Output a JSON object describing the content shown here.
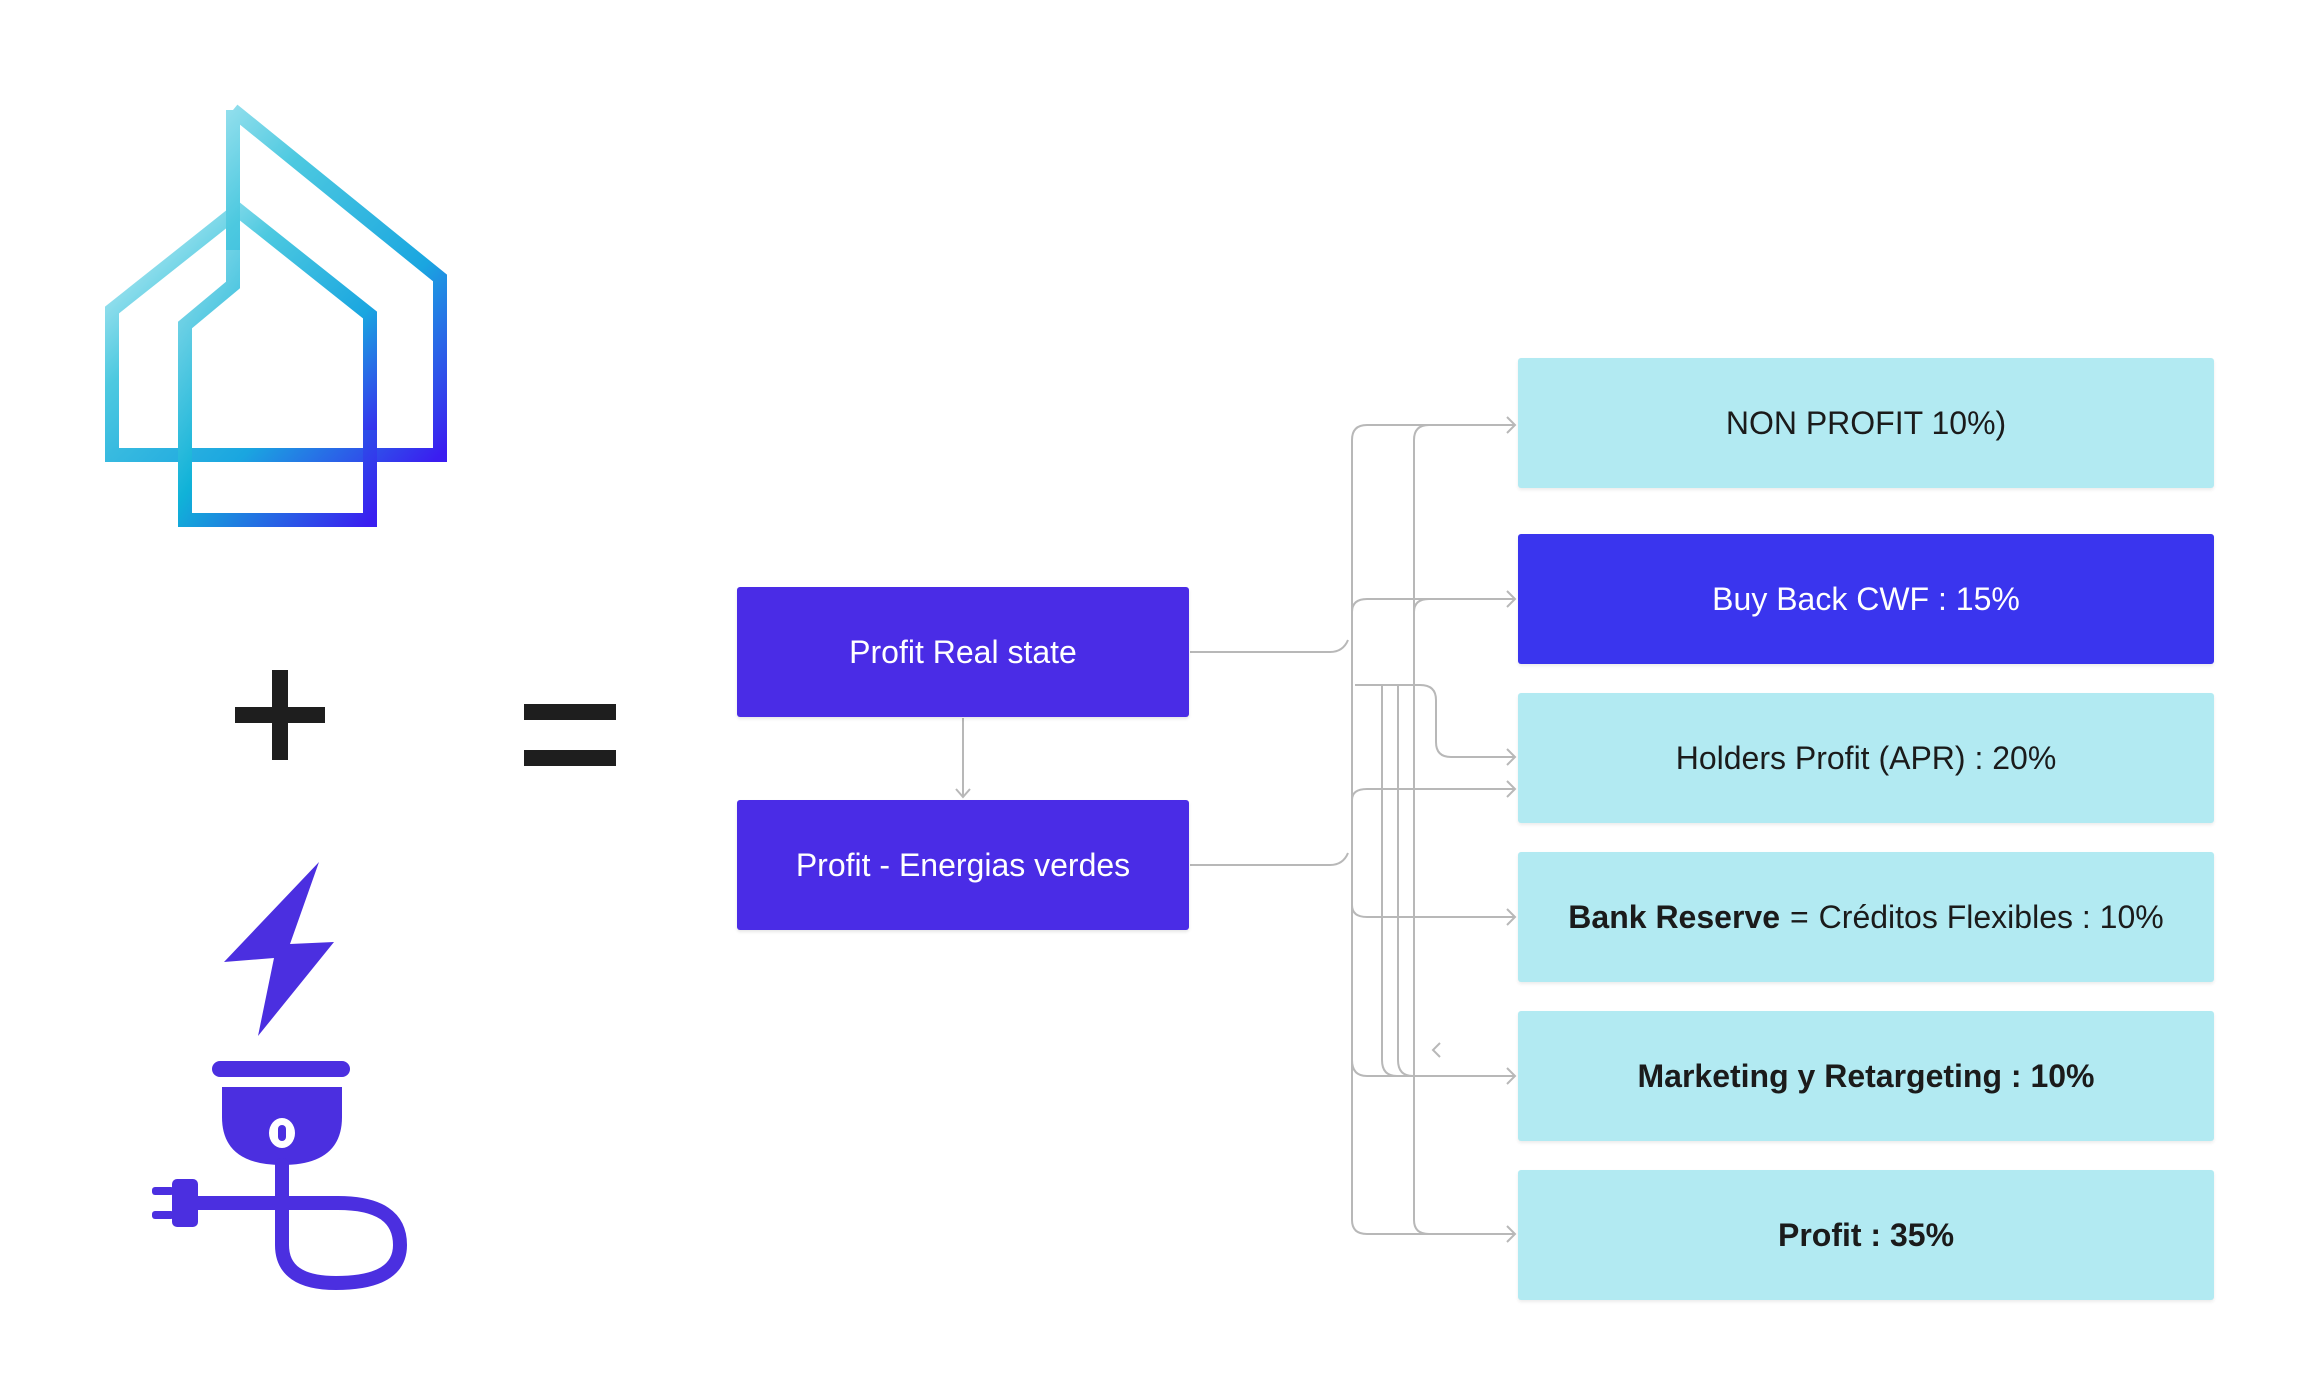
{
  "sources": {
    "real_state": "Profit Real state",
    "green_energy": "Profit - Energias verdes"
  },
  "destinations": {
    "non_profit": "NON PROFIT 10%)",
    "buy_back": "Buy Back CWF : 15%",
    "holders_profit": "Holders Profit (APR) : 20%",
    "bank_reserve_bold": "Bank Reserve",
    "bank_reserve_sep": "=",
    "bank_reserve_rest": "Créditos Flexibles : 10%",
    "marketing": "Marketing y Retargeting : 10%",
    "profit": "Profit : 35%"
  },
  "icons": {
    "house": "house-outline-logo-icon",
    "plus": "plus-icon",
    "equals": "equals-icon",
    "bolt": "lightning-bolt-icon",
    "plug": "electric-plug-icon"
  },
  "colors": {
    "source_fill": "#4a2ce6",
    "highlight_fill": "#3a35ee",
    "dest_fill": "#b2eaf2",
    "connector": "#b8b8b8",
    "icon_purple": "#4b2fe0",
    "text_dark": "#1b1b1b"
  }
}
